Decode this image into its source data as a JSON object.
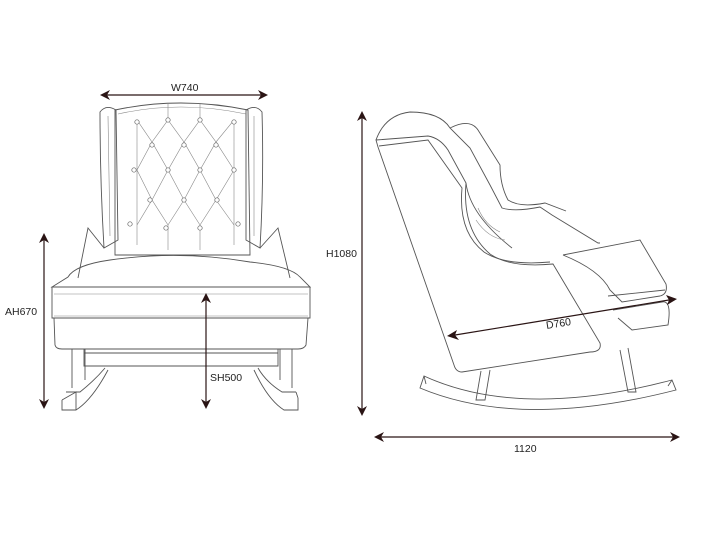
{
  "front_view": {
    "width_label": "W740",
    "arm_height_label": "AH670",
    "seat_height_label": "SH500"
  },
  "side_view": {
    "height_label": "H1080",
    "depth_label": "D760",
    "overall_length_label": "1120"
  },
  "colors": {
    "dimension_arrow": "#2a1414",
    "line": "#555555"
  }
}
